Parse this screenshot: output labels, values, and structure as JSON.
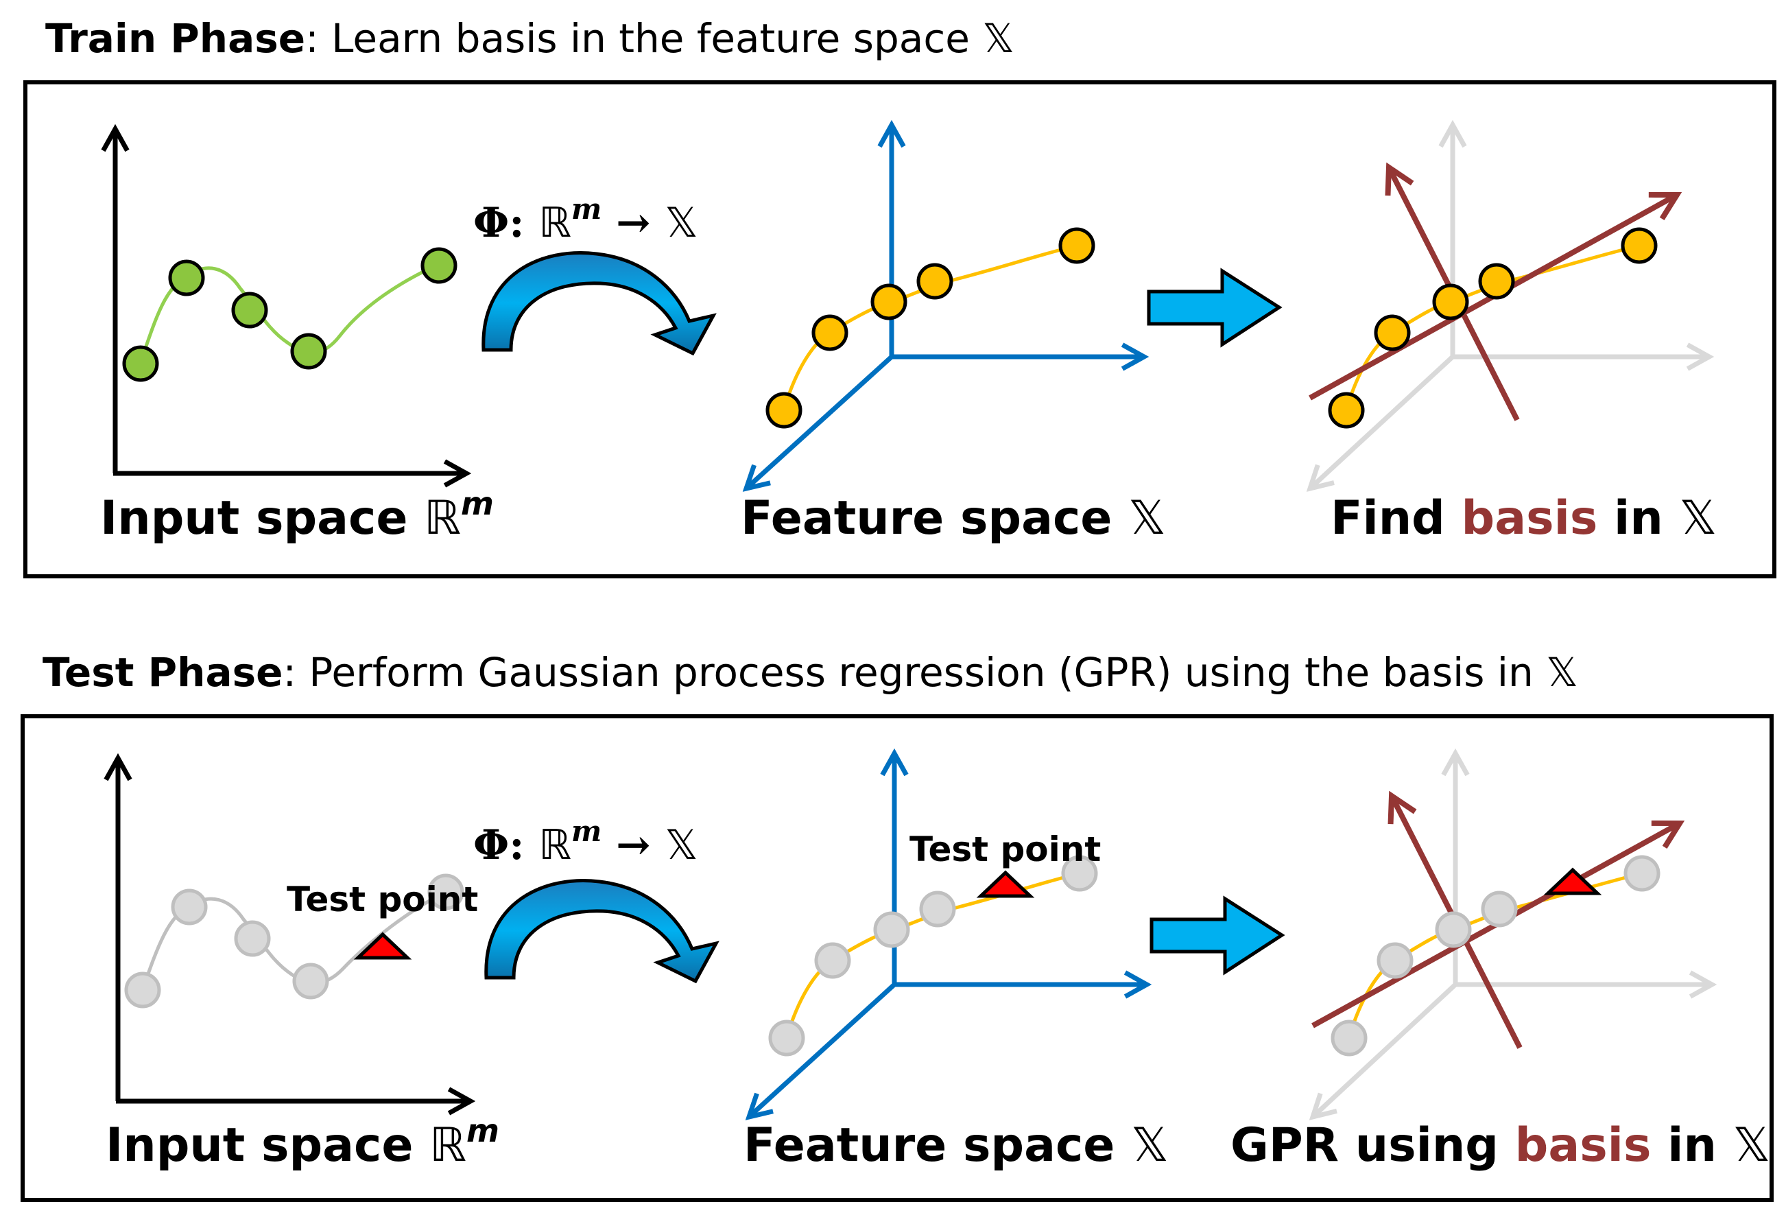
{
  "train": {
    "header_bold": "Train Phase",
    "header_rest": ": Learn basis in the feature space ",
    "header_symbol": "𝕏",
    "mapping": {
      "phi": "Φ",
      "colon": ": ",
      "domain": "ℝ",
      "exp": "m",
      "arrow": " → ",
      "codomain": "𝕏"
    },
    "input_label": "Input space ",
    "input_symbol": "ℝ",
    "input_exp": "m",
    "feature_label": "Feature space ",
    "feature_symbol": "𝕏",
    "basis_prefix": "Find ",
    "basis_word": "basis",
    "basis_suffix": " in ",
    "basis_symbol": "𝕏"
  },
  "test": {
    "header_bold": "Test Phase",
    "header_rest": ": Perform Gaussian process regression (GPR) using the basis in ",
    "header_symbol": "𝕏",
    "mapping": {
      "phi": "Φ",
      "colon": ": ",
      "domain": "ℝ",
      "exp": "m",
      "arrow": " → ",
      "codomain": "𝕏"
    },
    "test_point_label_input": "Test point",
    "test_point_label_feature": "Test point",
    "input_label": "Input space ",
    "input_symbol": "ℝ",
    "input_exp": "m",
    "feature_label": "Feature space ",
    "feature_symbol": "𝕏",
    "basis_prefix": "GPR using ",
    "basis_word": "basis",
    "basis_suffix": " in ",
    "basis_symbol": "𝕏"
  },
  "colors": {
    "green_point": "#8cc63f",
    "green_curve": "#92d050",
    "orange_point": "#ffc000",
    "orange_curve": "#ffc000",
    "feature_axes": "#0070c0",
    "basis": "#943634",
    "gray_point": "#d9d9d9",
    "gray_axes": "#d9d9d9",
    "test_triangle": "#ff0000",
    "big_arrow": "#00b0f0"
  }
}
